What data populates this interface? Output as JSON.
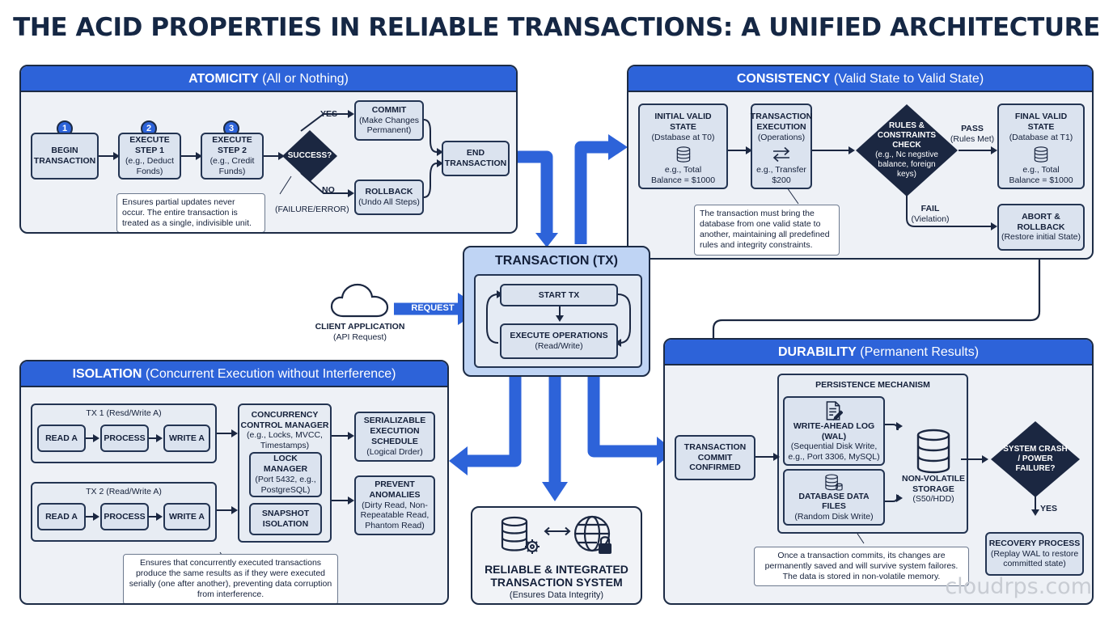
{
  "title": "THE ACID PROPERTIES IN RELIABLE TRANSACTIONS: A UNIFIED ARCHITECTURE",
  "colors": {
    "accent": "#2d63d9",
    "outline": "#1c2b45",
    "box_fill": "#dbe3ef",
    "panel_fill": "#eef1f6",
    "dark": "#1b2741"
  },
  "atomicity": {
    "header_name": "ATOMICITY",
    "header_sub": " (All or Nothing)",
    "steps": [
      {
        "num": "1",
        "title": "BEGIN\nTRANSACTION",
        "sub": ""
      },
      {
        "num": "2",
        "title": "EXECUTE\nSTEP 1",
        "sub": "(e.g., Deduct\nFonds)"
      },
      {
        "num": "3",
        "title": "EXECUTE\nSTEP 2",
        "sub": "(e.g., Credit\nFunds)"
      }
    ],
    "decision": "SUCCESS?",
    "yes_label": "YES",
    "no_label": "NO",
    "failure_label": "(FAILURE/ERROR)",
    "commit_title": "COMMIT",
    "commit_sub": "(Make Changes\nPermanent)",
    "rollback_title": "ROLLBACK",
    "rollback_sub": "(Undo All Steps)",
    "end_title": "END\nTRANSACTION",
    "note": "Ensures partial updates never occur. The entire transaction is treated as a single, indivisible unit."
  },
  "consistency": {
    "header_name": "CONSISTENCY",
    "header_sub": " (Valid State to Valid State)",
    "initial_title": "INITIAL VALID STATE",
    "initial_sub": "(Dstabase at T0)",
    "initial_value": "e.g., Total\nBalance = $1000",
    "exec_title": "TRANSACTION\nEXECUTION",
    "exec_sub": "(Operations)",
    "exec_value": "e.g., Transfer\n$200",
    "rules_title": "RULES &\nCONSTRAINTS\nCHECK",
    "rules_sub": "(e.g., Nc negstive\nbalance, foreign\nkeys)",
    "pass_label": "PASS",
    "pass_sub": "(Rules Met)",
    "fail_label": "FAIL",
    "fail_sub": "(Vielation)",
    "final_title": "FINAL VALID STATE",
    "final_sub": "(Database at T1)",
    "final_value": "e.g., Total\nBalance = $1000",
    "abort_title": "ABORT &\nROLLBACK",
    "abort_sub": "(Restore initial State)",
    "note": "The transaction must bring the database from one valid state to another, maintaining all predefined rules and integrity constraints."
  },
  "transaction": {
    "title": "TRANSACTION (TX)",
    "start": "START TX",
    "exec_title": "EXECUTE OPERATIONS",
    "exec_sub": "(Read/Write)"
  },
  "client": {
    "request": "REQUEST",
    "title": "CLIENT APPLICATION",
    "sub": "(API Request)"
  },
  "isolation": {
    "header_name": "ISOLATION",
    "header_sub": " (Concurrent Execution without Interference)",
    "tx1_title": "TX 1 (Resd/Write A)",
    "tx2_title": "TX 2 (Read/Write A)",
    "read": "READ A",
    "process": "PROCESS",
    "write": "WRITE A",
    "ccm_title": "CONCURRENCY\nCONTROL MANAGER",
    "ccm_sub": "(e.g., Locks, MVCC,\nTimestamps)",
    "lock_title": "LOCK MANAGER",
    "lock_sub": "(Port 5432, e.g.,\nPostgreSQL)",
    "snapshot_title": "SNAPSHOT\nISOLATION",
    "serial_title": "SERIALIZABLE\nEXECUTION\nSCHEDULE",
    "serial_sub": "(Logical Drder)",
    "prevent_title": "PREVENT\nANOMALIES",
    "prevent_sub": "(Dirty Read, Non-\nRepeatable Read,\nPhantom Read)",
    "note": "Ensures that concurrently executed transactions produce the same results as if they were executed serially (one after another), preventing data corruption from interference."
  },
  "reliable": {
    "title": "RELIABLE & INTEGRATED\nTRANSACTION SYSTEM",
    "sub": "(Ensures Data Integrity)"
  },
  "durability": {
    "header_name": "DURABILITY",
    "header_sub": " (Permanent Results)",
    "commit_title": "TRANSACTION\nCOMMIT\nCONFIRMED",
    "persist_title": "PERSISTENCE MECHANISM",
    "wal_title": "WRITE-AHEAD LOG\n(WAL)",
    "wal_sub": "(Sequential Disk Write,\ne.g., Port 3306, MySQL)",
    "dbfiles_title": "DATABASE DATA FILES",
    "dbfiles_sub": "(Random Disk Write)",
    "storage_title": "NON-VOLATILE\nSTORAGE",
    "storage_sub": "(S50/HDD)",
    "crash": "SYSTEM CRASH\n/ POWER\nFAILURE?",
    "yes_label": "YES",
    "recovery_title": "RECOVERY PROCESS",
    "recovery_sub": "(Replay WAL to restore\ncommitted state)",
    "note": "Once a transaction commits, its changes are permanently saved and will survive system failores. The data is stored in non-volatile memory."
  },
  "icons": [
    "cloud-icon",
    "database-icon",
    "swap-arrows-icon",
    "document-pen-icon",
    "gear-icon",
    "globe-lock-icon"
  ],
  "watermark": "cloudrps.com"
}
